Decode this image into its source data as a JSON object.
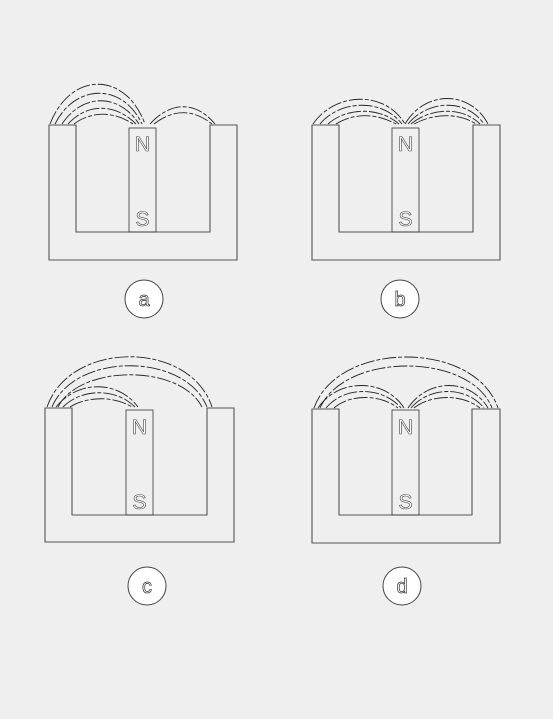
{
  "magnet": {
    "north_label": "N",
    "south_label": "S",
    "north_color": "#e8115c",
    "south_color": "#2ec42a"
  },
  "colors": {
    "background": "#efefef",
    "yoke_stroke": "#555555",
    "field_line": "#222222"
  },
  "options": [
    {
      "label": "a"
    },
    {
      "label": "b"
    },
    {
      "label": "c"
    },
    {
      "label": "d"
    }
  ]
}
